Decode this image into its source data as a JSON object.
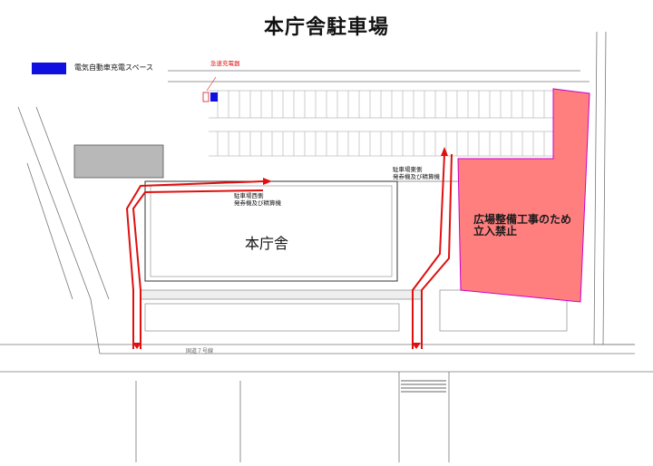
{
  "title": "本庁舎駐車場",
  "legend": {
    "label": "電気自動車充電スペース",
    "color": "#1010e0"
  },
  "charger_label": "急速充電器",
  "main_building": "本庁舎",
  "east_gate_label": [
    "駐車場東側",
    "発券機及び精算機"
  ],
  "west_gate_label": [
    "駐車場西側",
    "発券機及び精算機"
  ],
  "closed_zone": {
    "line1": "広場整備工事のため",
    "line2": "立入禁止",
    "color": "#ff7f7f"
  },
  "street_label": "国道７号線",
  "arrow_color": "#e01010"
}
